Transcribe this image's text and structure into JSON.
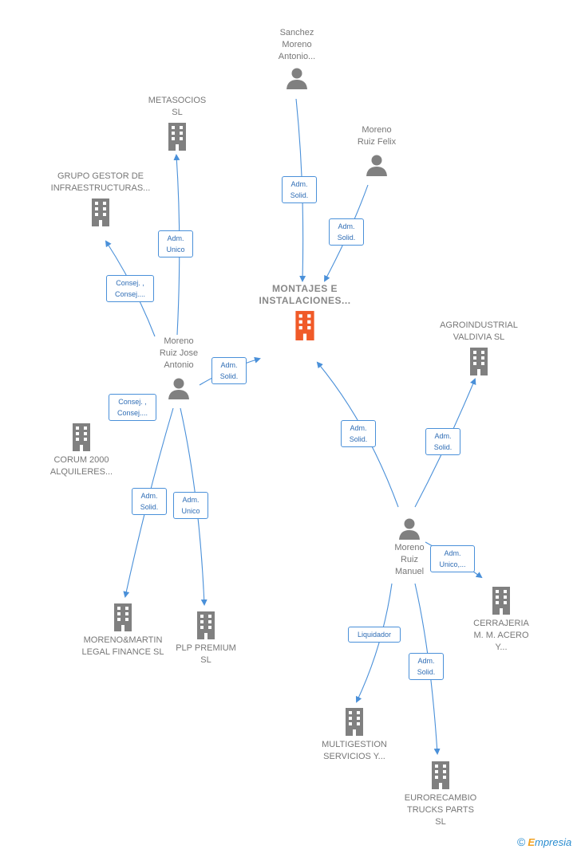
{
  "nodes": {
    "sanchez": {
      "label": "Sanchez Moreno Antonio...",
      "type": "person"
    },
    "moreno_felix": {
      "label": "Moreno Ruiz Felix",
      "type": "person"
    },
    "metasocios": {
      "label": "METASOCIOS SL",
      "type": "company"
    },
    "grupo_gestor": {
      "label": "GRUPO GESTOR DE INFRAESTRUCTURAS...",
      "type": "company"
    },
    "montajes": {
      "label": "MONTAJES E INSTALACIONES...",
      "type": "company-main"
    },
    "agroindustrial": {
      "label": "AGROINDUSTRIAL VALDIVIA SL",
      "type": "company"
    },
    "moreno_jose": {
      "label": "Moreno Ruiz Jose Antonio",
      "type": "person"
    },
    "corum": {
      "label": "CORUM 2000 ALQUILERES...",
      "type": "company"
    },
    "moreno_manuel": {
      "label": "Moreno Ruiz Manuel",
      "type": "person"
    },
    "morenomartin": {
      "label": "MORENO&MARTIN LEGAL FINANCE SL",
      "type": "company"
    },
    "plp": {
      "label": "PLP PREMIUM SL",
      "type": "company"
    },
    "cerrajeria": {
      "label": "CERRAJERIA M. M. ACERO Y...",
      "type": "company"
    },
    "multigestion": {
      "label": "MULTIGESTION SERVICIOS Y...",
      "type": "company"
    },
    "eurorecambio": {
      "label": "EURORECAMBIO TRUCKS PARTS SL",
      "type": "company"
    }
  },
  "edge_labels": {
    "sanchez_montajes": "Adm. Solid.",
    "felix_montajes": "Adm. Solid.",
    "jose_metasocios": "Adm. Unico",
    "jose_grupo": "Consej. , Consej....",
    "jose_montajes": "Adm. Solid.",
    "jose_corum": "Consej. , Consej....",
    "jose_morenomartin": "Adm. Solid.",
    "jose_plp": "Adm. Unico",
    "manuel_montajes": "Adm. Solid.",
    "manuel_agro": "Adm. Solid.",
    "manuel_cerrajeria": "Adm. Unico,...",
    "manuel_multigestion": "Liquidador",
    "manuel_eurorecambio": "Adm. Solid."
  },
  "brand": {
    "copyright": "©",
    "name_initial": "E",
    "name_rest": "mpresia"
  },
  "colors": {
    "edge": "#4a90d9",
    "icon": "#808080",
    "main_icon": "#f05a28"
  }
}
